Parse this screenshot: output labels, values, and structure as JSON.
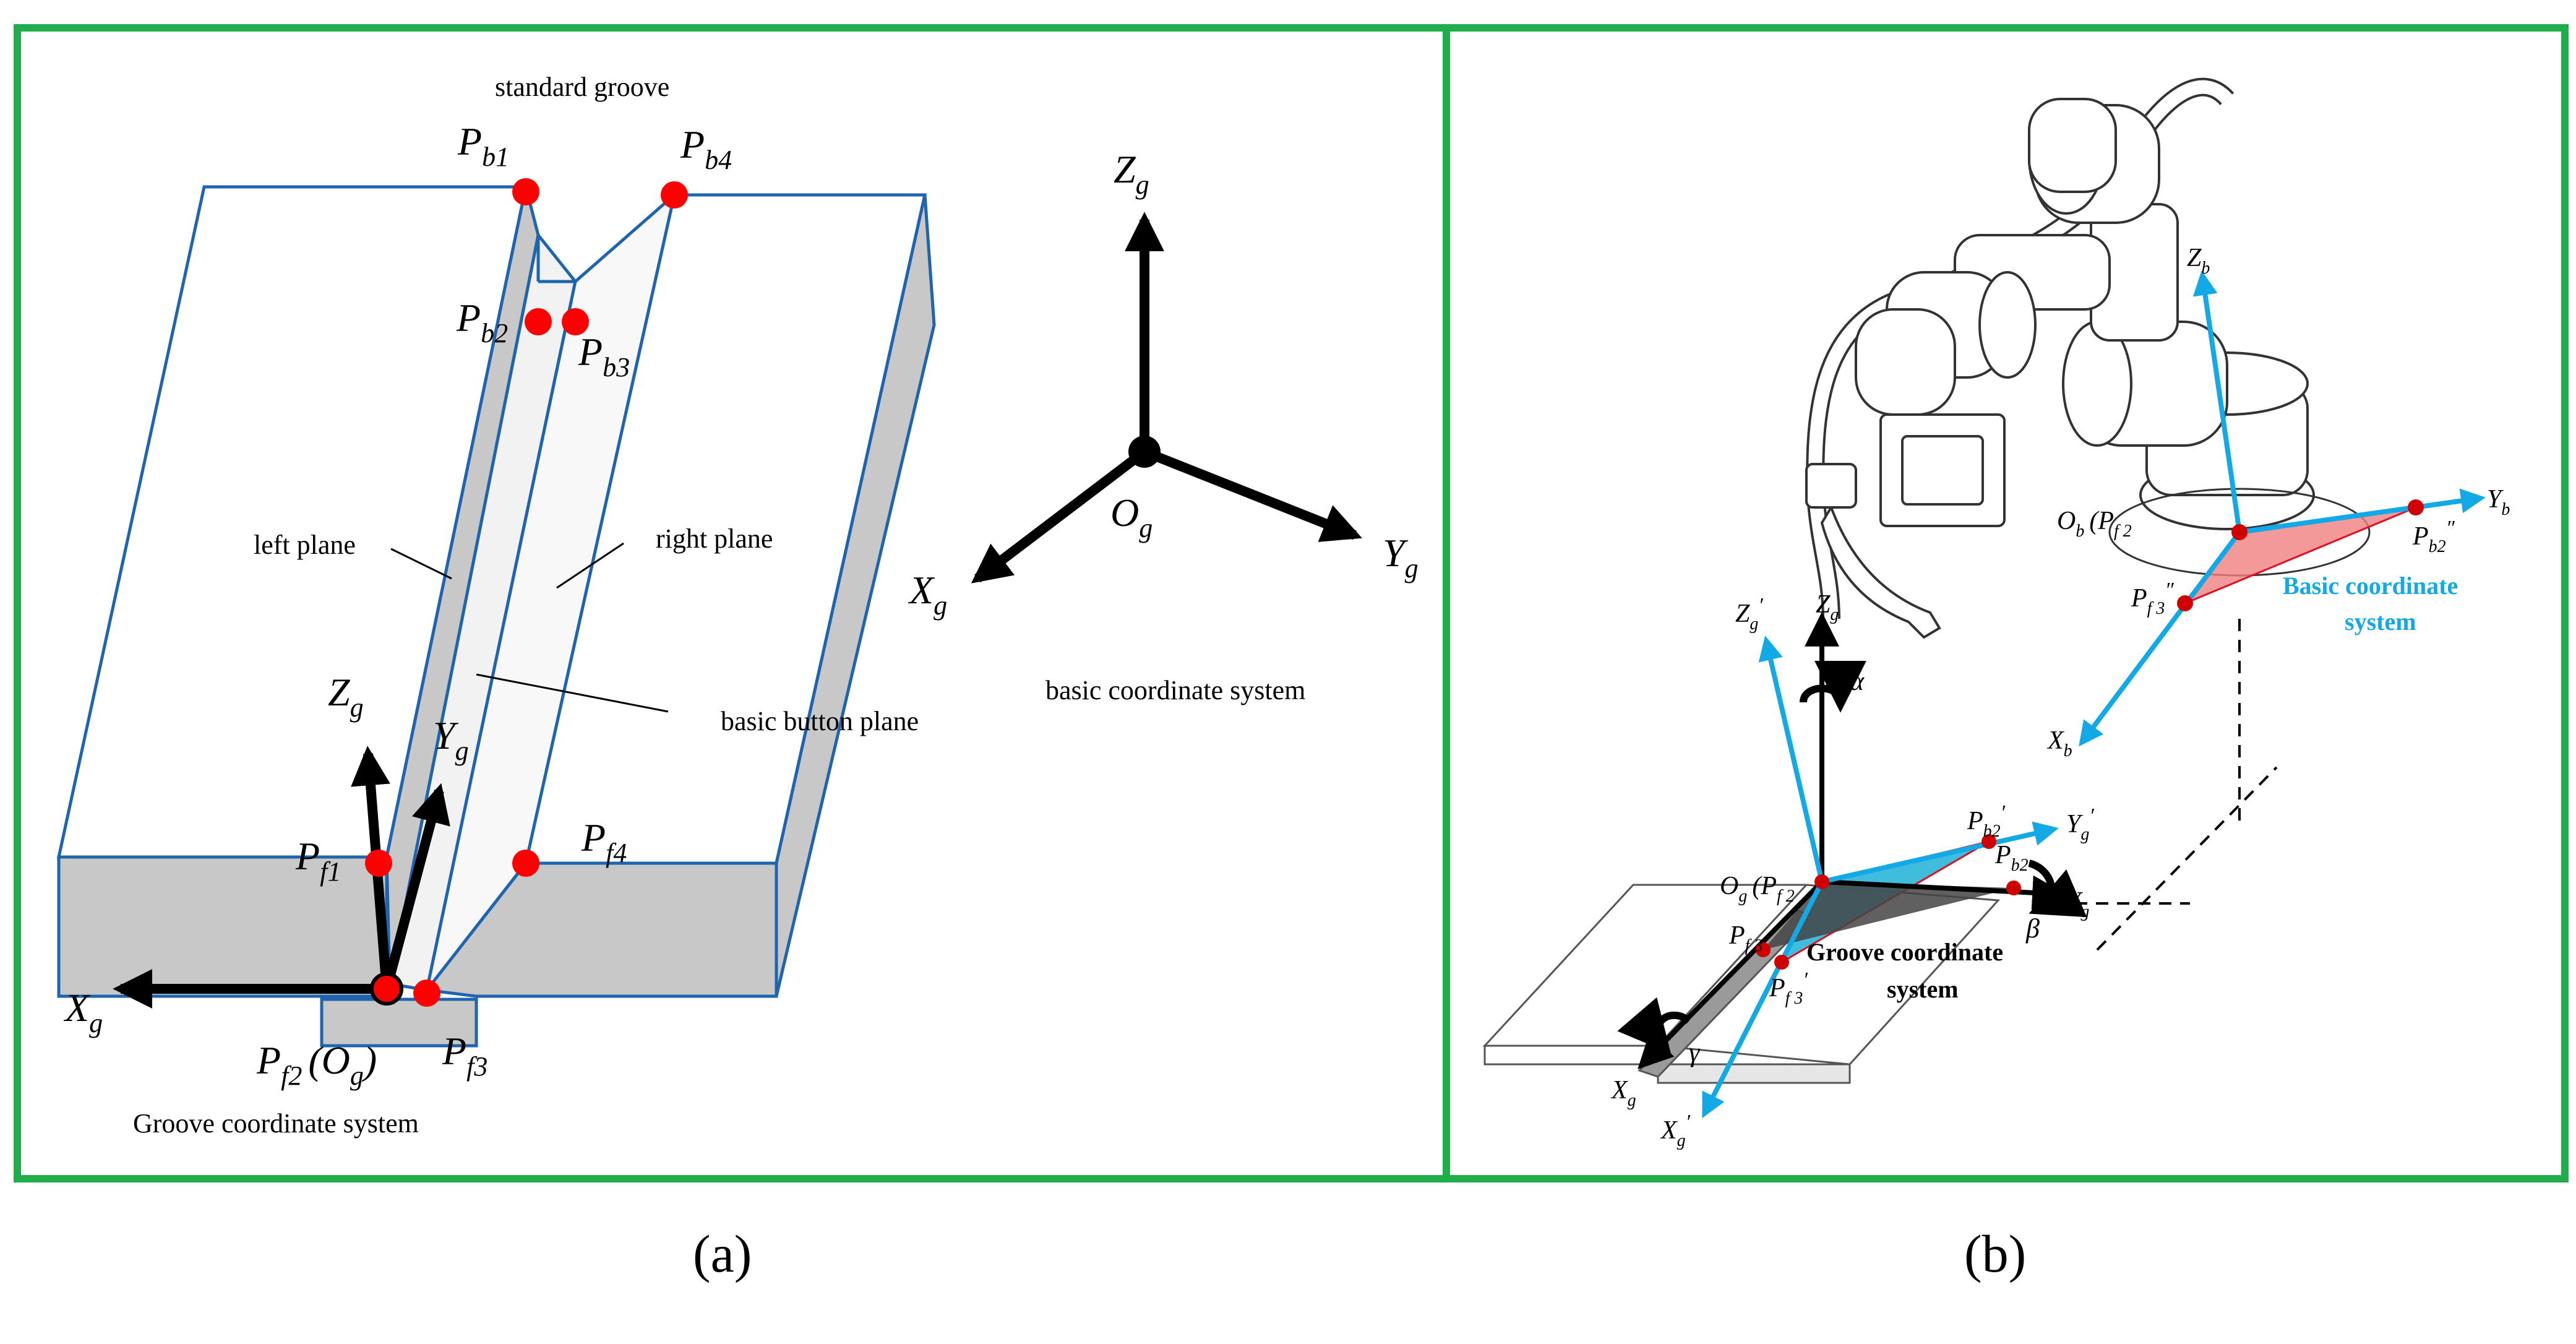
{
  "colors": {
    "frame": "#1fae4b",
    "groove_edge": "#1f64ae",
    "side_fill": "#c8c8c8",
    "point": "#ff0000",
    "cyan": "#13a9e6",
    "basic_plane": "#f08080",
    "groove_plane": "#2bb6d8"
  },
  "panel_a": {
    "caption": "(a)",
    "title_groove": "standard groove",
    "left_plane": "left plane",
    "right_plane": "right plane",
    "bottom_plane": "basic button plane",
    "groove_cs": "Groove coordinate system",
    "basic_cs": "basic coordinate system",
    "points": {
      "pb1": {
        "main": "P",
        "sub": "b1"
      },
      "pb2": {
        "main": "P",
        "sub": "b2"
      },
      "pb3": {
        "main": "P",
        "sub": "b3"
      },
      "pb4": {
        "main": "P",
        "sub": "b4"
      },
      "pf1": {
        "main": "P",
        "sub": "f1"
      },
      "pf2": {
        "main": "P",
        "sub": "f2",
        "paren": "(O",
        "paren_sub": "g",
        "paren_close": ")"
      },
      "pf3": {
        "main": "P",
        "sub": "f3"
      },
      "pf4": {
        "main": "P",
        "sub": "f4"
      }
    },
    "axes_local": {
      "x": {
        "main": "X",
        "sub": "g"
      },
      "y": {
        "main": "Y",
        "sub": "g"
      },
      "z": {
        "main": "Z",
        "sub": "g"
      }
    },
    "axes_basic": {
      "x": {
        "main": "X",
        "sub": "g"
      },
      "y": {
        "main": "Y",
        "sub": "g"
      },
      "z": {
        "main": "Z",
        "sub": "g"
      },
      "o": {
        "main": "O",
        "sub": "g"
      }
    }
  },
  "panel_b": {
    "caption": "(b)",
    "basic_cs_line1": "Basic coordinate",
    "basic_cs_line2": "system",
    "groove_cs_line1": "Groove coordinate",
    "groove_cs_line2": "system",
    "labels": {
      "zb": {
        "main": "Z",
        "sub": "b"
      },
      "yb": {
        "main": "Y",
        "sub": "b"
      },
      "xb": {
        "main": "X",
        "sub": "b"
      },
      "ob": {
        "main": "O",
        "sub": "b",
        "paren": "(P",
        "paren_sub": "f 2"
      },
      "pb2pp": {
        "main": "P",
        "sub": "b2",
        "sup": "″"
      },
      "pf3pp": {
        "main": "P",
        "sub": "f 3",
        "sup": "″"
      },
      "zg": {
        "main": "Z",
        "sub": "g"
      },
      "zgp": {
        "main": "Z",
        "sub": "g",
        "sup": "′"
      },
      "yg": {
        "main": "Y",
        "sub": "g"
      },
      "ygp": {
        "main": "Y",
        "sub": "g",
        "sup": "′"
      },
      "xg": {
        "main": "X",
        "sub": "g"
      },
      "xgp": {
        "main": "X",
        "sub": "g",
        "sup": "′"
      },
      "og": {
        "main": "O",
        "sub": "g",
        "paren": "(P",
        "paren_sub": "f 2"
      },
      "pb2p": {
        "main": "P",
        "sub": "b2",
        "sup": "′"
      },
      "pb2": {
        "main": "P",
        "sub": "b2"
      },
      "pf3p": {
        "main": "P",
        "sub": "f 3",
        "sup": "′"
      },
      "pf3": {
        "main": "P",
        "sub": "f 3"
      }
    },
    "angles": {
      "alpha": "α",
      "beta": "β",
      "gamma": "γ"
    }
  }
}
